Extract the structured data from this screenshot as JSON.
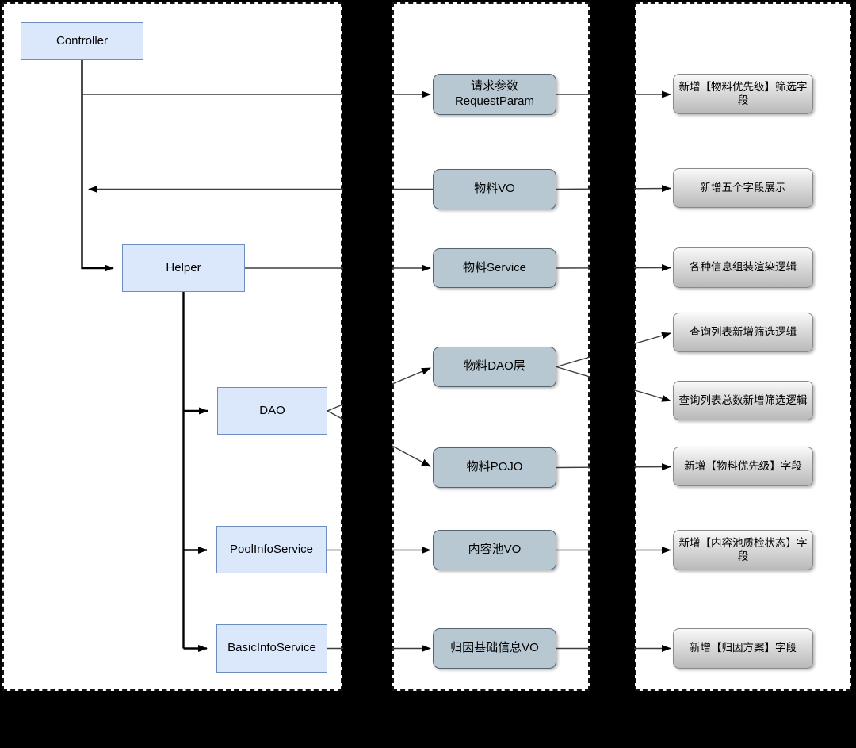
{
  "diagram": {
    "background_color": "#000000",
    "colors": {
      "left_node_fill": "#dbe8fc",
      "left_node_border": "#6c8ebf",
      "middle_node_fill": "#b8c8d3",
      "middle_node_border": "#55656f",
      "right_node_fill_top": "#f9f9f9",
      "right_node_fill_bottom": "#b9b9b9",
      "right_node_border": "#8a8a8a",
      "wire_color": "#000000"
    },
    "left_panel": {
      "nodes": [
        {
          "label": "Controller"
        },
        {
          "label": "Helper"
        },
        {
          "label": "DAO"
        },
        {
          "label": "PoolInfoService"
        },
        {
          "label": "BasicInfoService"
        }
      ]
    },
    "middle_panel": {
      "nodes": [
        {
          "line1": "请求参数",
          "line2": "RequestParam"
        },
        {
          "label": "物料VO"
        },
        {
          "label": "物料Service"
        },
        {
          "label": "物料DAO层"
        },
        {
          "label": "物料POJO"
        },
        {
          "label": "内容池VO"
        },
        {
          "label": "归因基础信息VO"
        }
      ]
    },
    "right_panel": {
      "nodes": [
        {
          "label": "新增【物料优先级】筛选字段"
        },
        {
          "label": "新增五个字段展示"
        },
        {
          "label": "各种信息组装渲染逻辑"
        },
        {
          "label": "查询列表新增筛选逻辑"
        },
        {
          "label": "查询列表总数新增筛选逻辑"
        },
        {
          "label": "新增【物料优先级】字段"
        },
        {
          "label": "新增【内容池质检状态】字段"
        },
        {
          "label": "新增【归因方案】字段"
        }
      ]
    },
    "edges": [
      {
        "from": "Controller",
        "to": "请求参数 RequestParam"
      },
      {
        "from": "物料VO",
        "to": "Controller"
      },
      {
        "from": "Controller",
        "to": "Helper"
      },
      {
        "from": "Helper",
        "to": "物料Service"
      },
      {
        "from": "Helper",
        "to": "DAO"
      },
      {
        "from": "Helper",
        "to": "PoolInfoService"
      },
      {
        "from": "Helper",
        "to": "BasicInfoService"
      },
      {
        "from": "DAO",
        "to": "物料DAO层"
      },
      {
        "from": "DAO",
        "to": "物料POJO"
      },
      {
        "from": "PoolInfoService",
        "to": "内容池VO"
      },
      {
        "from": "BasicInfoService",
        "to": "归因基础信息VO"
      },
      {
        "from": "请求参数 RequestParam",
        "to": "新增【物料优先级】筛选字段"
      },
      {
        "from": "物料VO",
        "to": "新增五个字段展示"
      },
      {
        "from": "物料Service",
        "to": "各种信息组装渲染逻辑"
      },
      {
        "from": "物料DAO层",
        "to": "查询列表新增筛选逻辑"
      },
      {
        "from": "物料DAO层",
        "to": "查询列表总数新增筛选逻辑"
      },
      {
        "from": "物料POJO",
        "to": "新增【物料优先级】字段"
      },
      {
        "from": "内容池VO",
        "to": "新增【内容池质检状态】字段"
      },
      {
        "from": "归因基础信息VO",
        "to": "新增【归因方案】字段"
      }
    ]
  }
}
